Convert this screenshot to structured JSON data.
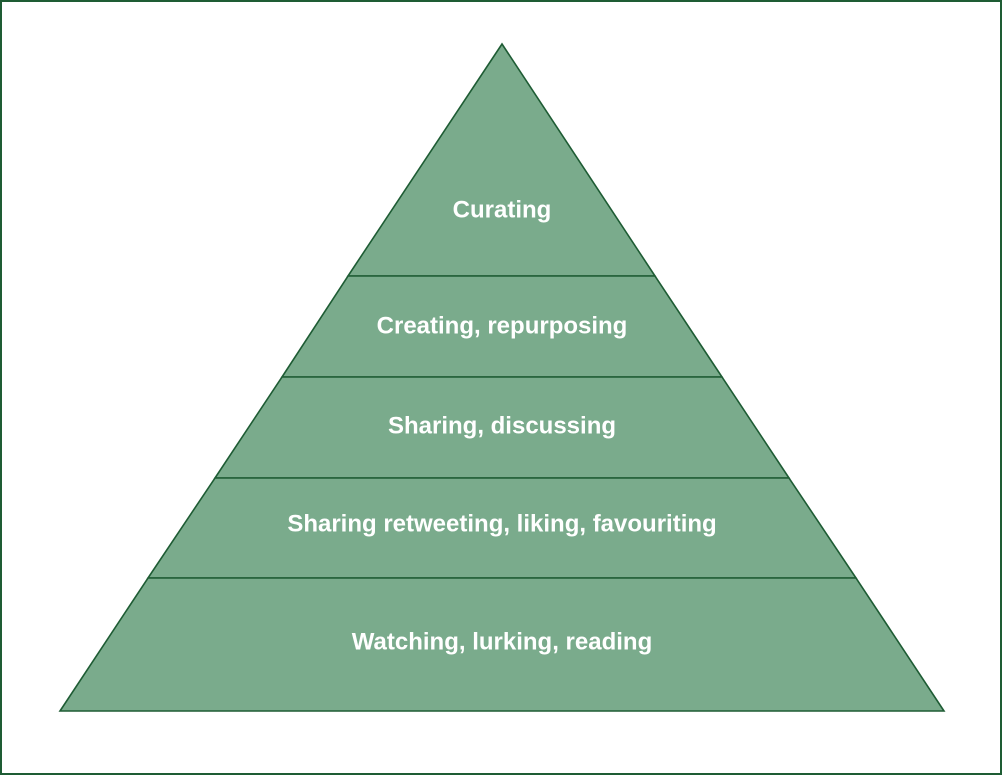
{
  "pyramid": {
    "tiers": [
      {
        "label": "Curating"
      },
      {
        "label": "Creating, repurposing"
      },
      {
        "label": "Sharing, discussing"
      },
      {
        "label": "Sharing retweeting, liking, favouriting"
      },
      {
        "label": "Watching, lurking, reading"
      }
    ]
  },
  "colors": {
    "fill": "#7aab8c",
    "stroke": "#1e5c34",
    "text": "#ffffff"
  }
}
